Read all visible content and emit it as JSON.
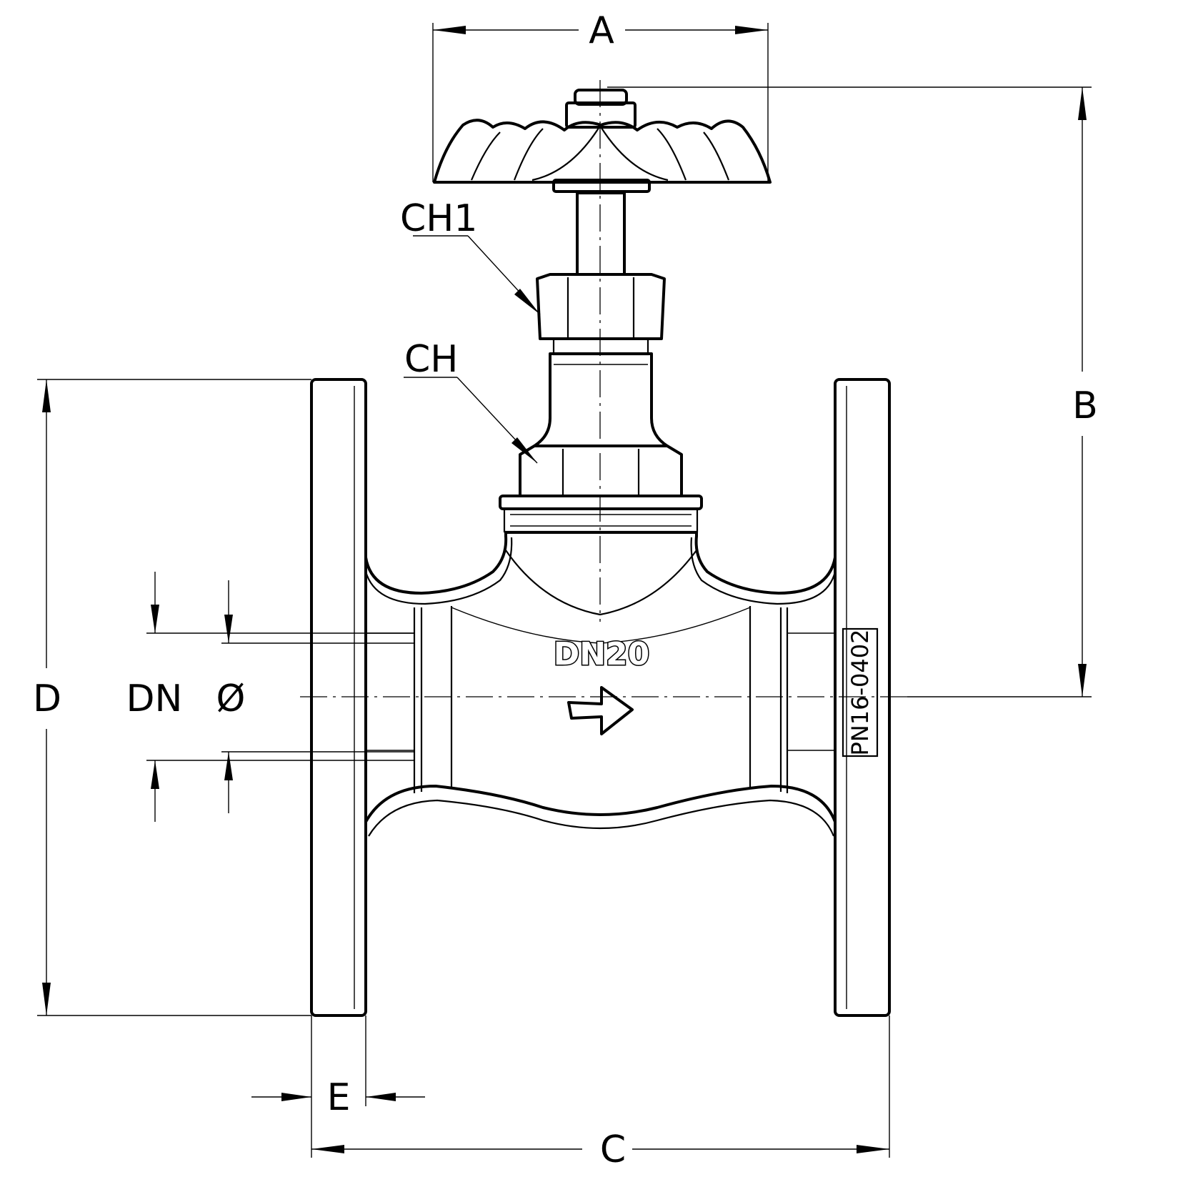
{
  "dimensions": {
    "a": "A",
    "b": "B",
    "c": "C",
    "d": "D",
    "e": "E",
    "dn": "DN",
    "dia": "Ø",
    "ch1": "CH1",
    "ch": "CH"
  },
  "body_marking": "DN20",
  "flange_marking": "PN16-0402"
}
